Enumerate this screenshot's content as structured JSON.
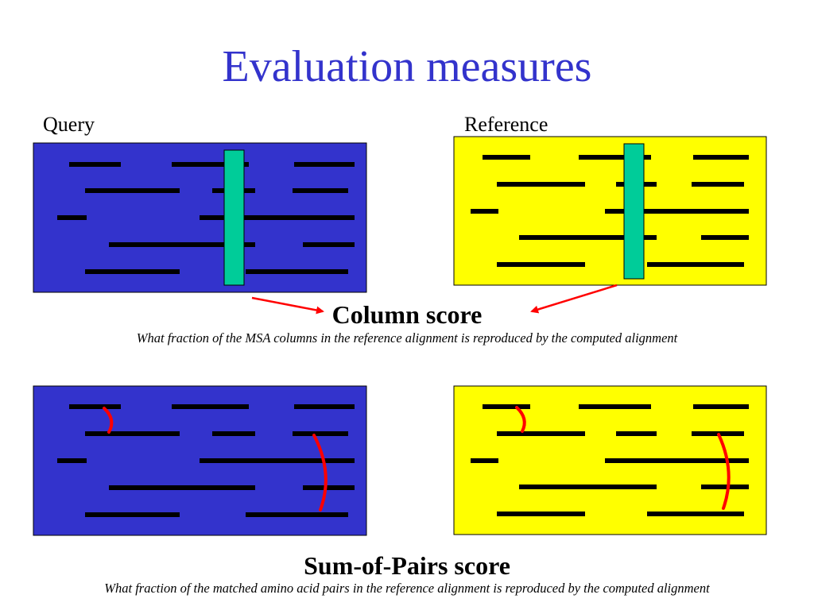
{
  "title": "Evaluation measures",
  "labels": {
    "query": "Query",
    "reference": "Reference"
  },
  "column_score": {
    "heading": "Column score",
    "caption": "What fraction of the MSA columns in the reference alignment is reproduced by the computed alignment"
  },
  "sop_score": {
    "heading": "Sum-of-Pairs score",
    "caption": "What fraction of the matched amino acid pairs in the reference alignment is reproduced by the computed alignment"
  },
  "colors": {
    "query_box": "#3333cc",
    "reference_box": "#ffff00",
    "segment": "#000000",
    "column_marker": "#00cc99",
    "arrow": "#ff0000",
    "title": "#3333cc"
  }
}
